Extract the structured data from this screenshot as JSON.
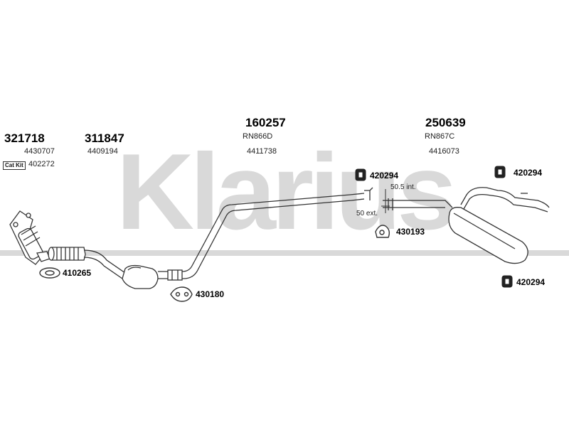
{
  "watermark": {
    "text": "Klarius",
    "color": "#d9d9d9"
  },
  "groups": [
    {
      "part_number": "321718",
      "ref": "4430707"
    },
    {
      "part_number": "311847",
      "ref": "4409194"
    },
    {
      "part_number": "160257",
      "code": "RN866D",
      "ref": "4411738"
    },
    {
      "part_number": "250639",
      "code": "RN867C",
      "ref": "4416073"
    }
  ],
  "cat_kit": {
    "label": "Cat Kit",
    "ref": "402272"
  },
  "accessories": [
    {
      "icon": "gasket-icon",
      "number": "410265"
    },
    {
      "icon": "clamp-icon",
      "number": "430180"
    },
    {
      "icon": "rubber-mount-icon",
      "number": "420294"
    },
    {
      "icon": "clamp-icon",
      "number": "430193"
    },
    {
      "icon": "rubber-mount-icon",
      "number": "420294"
    },
    {
      "icon": "rubber-mount-icon",
      "number": "420294"
    }
  ],
  "dimensions": {
    "internal": "50.5 int.",
    "external": "50 ext."
  }
}
